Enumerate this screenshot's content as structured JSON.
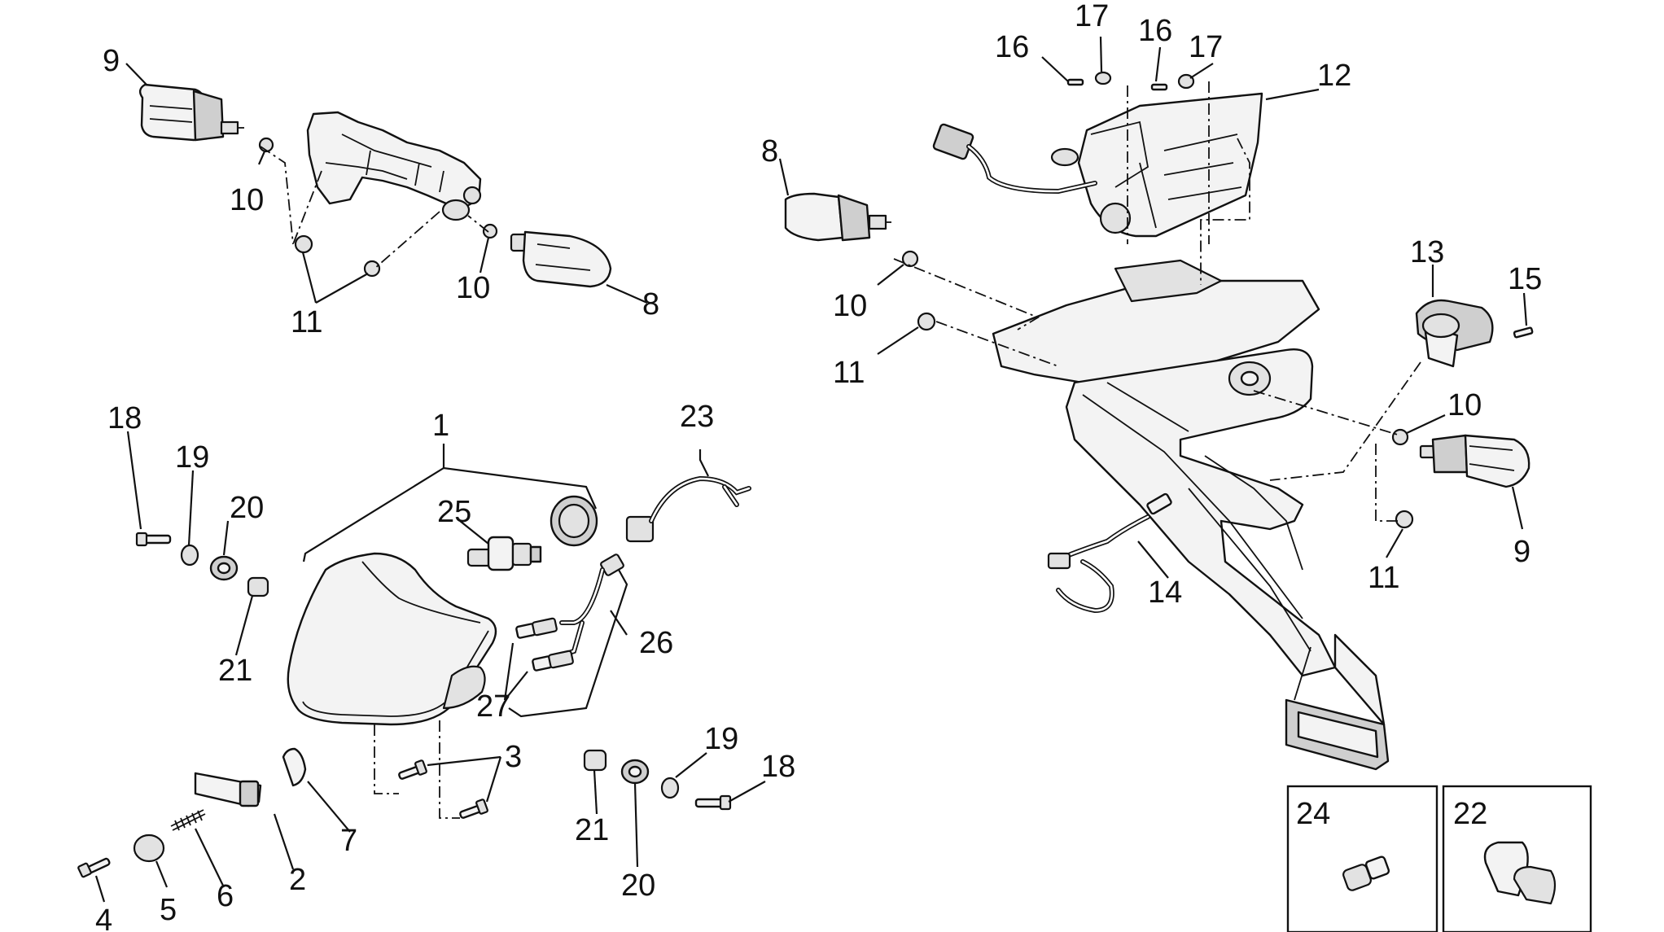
{
  "diagram": {
    "type": "exploded-parts-diagram",
    "callouts": {
      "c1": "1",
      "c2": "2",
      "c3": "3",
      "c4": "4",
      "c5": "5",
      "c6": "6",
      "c7": "7",
      "c8a": "8",
      "c8b": "8",
      "c9a": "9",
      "c9b": "9",
      "c10a": "10",
      "c10b": "10",
      "c10c": "10",
      "c10d": "10",
      "c11a": "11",
      "c11b": "11",
      "c11c": "11",
      "c12": "12",
      "c13": "13",
      "c14": "14",
      "c15": "15",
      "c16a": "16",
      "c16b": "16",
      "c17a": "17",
      "c17b": "17",
      "c18a": "18",
      "c18b": "18",
      "c19a": "19",
      "c19b": "19",
      "c20a": "20",
      "c20b": "20",
      "c21a": "21",
      "c21b": "21",
      "c22": "22",
      "c23": "23",
      "c24": "24",
      "c25": "25",
      "c26": "26",
      "c27": "27"
    }
  }
}
